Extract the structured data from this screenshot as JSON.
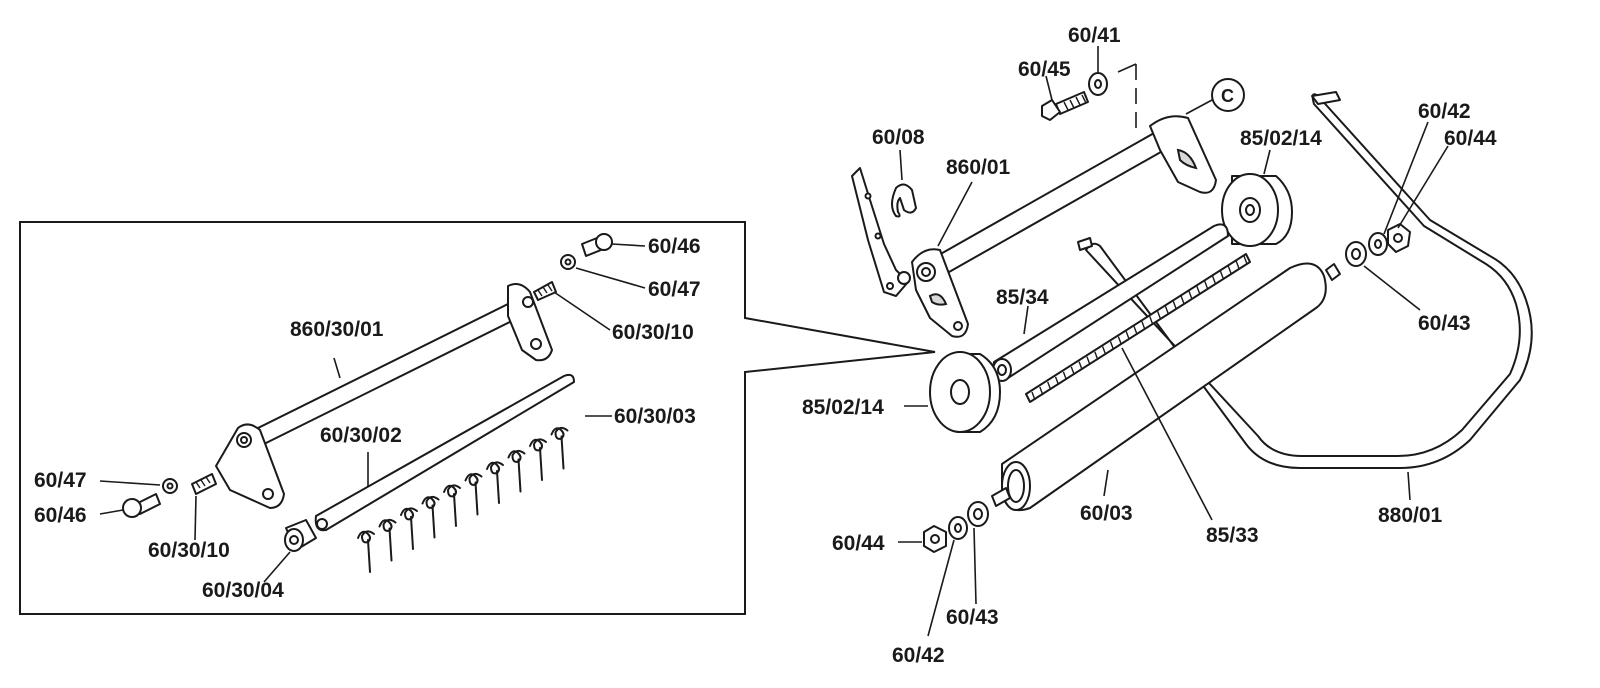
{
  "inset": {
    "labels": {
      "part_60_46_top": "60/46",
      "part_60_47_top": "60/47",
      "part_60_30_10_top": "60/30/10",
      "part_860_30_01": "860/30/01",
      "part_60_30_03": "60/30/03",
      "part_60_30_02": "60/30/02",
      "part_60_47_left": "60/47",
      "part_60_46_left": "60/46",
      "part_60_30_10_bottom": "60/30/10",
      "part_60_30_04": "60/30/04"
    }
  },
  "main": {
    "callout_letter": "C",
    "labels": {
      "part_60_41": "60/41",
      "part_60_45": "60/45",
      "part_60_08": "60/08",
      "part_860_01": "860/01",
      "part_85_02_14_top": "85/02/14",
      "part_60_42_top": "60/42",
      "part_60_44_top": "60/44",
      "part_85_34": "85/34",
      "part_60_43_right": "60/43",
      "part_85_02_14_left": "85/02/14",
      "part_60_03": "60/03",
      "part_85_33": "85/33",
      "part_880_01": "880/01",
      "part_60_44_bottom": "60/44",
      "part_60_43_bottom": "60/43",
      "part_60_42_bottom": "60/42"
    }
  }
}
